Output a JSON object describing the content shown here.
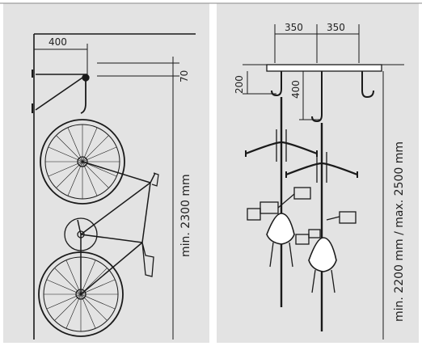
{
  "colors": {
    "panel": "#e3e3e3",
    "line": "#1a1a1a",
    "background": "#ffffff"
  },
  "left_panel": {
    "dim_top": "400",
    "dim_gap": "70",
    "dim_height": "min. 2300 mm"
  },
  "right_panel": {
    "dim_spacing_a": "350",
    "dim_spacing_b": "350",
    "dim_drop_a": "200",
    "dim_drop_b": "400",
    "dim_height": "min. 2200 mm  /  max. 2500 mm"
  }
}
